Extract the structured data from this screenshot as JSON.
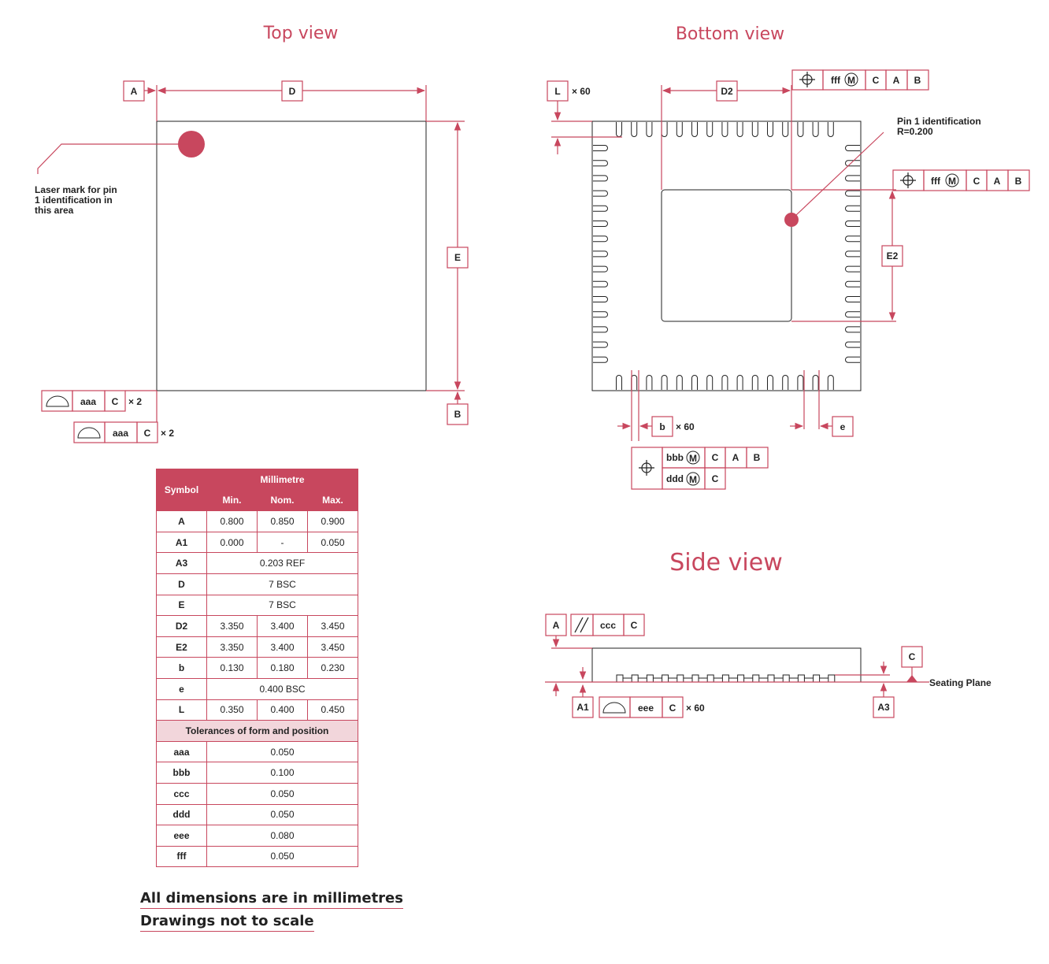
{
  "titles": {
    "top": "Top view",
    "bottom": "Bottom view",
    "side": "Side view"
  },
  "top_view": {
    "datum_a": "A",
    "datum_b": "B",
    "dim_d": "D",
    "dim_e": "E",
    "laser_note": [
      "Laser mark for pin",
      "1 identification in",
      "this area"
    ],
    "fcf1": {
      "tol": "aaa",
      "datum": "C",
      "mult": "× 2"
    },
    "fcf2": {
      "tol": "aaa",
      "datum": "C",
      "mult": "× 2"
    }
  },
  "bottom_view": {
    "dim_l": "L",
    "l_mult": "× 60",
    "dim_d2": "D2",
    "dim_e2": "E2",
    "dim_b": "b",
    "b_mult": "× 60",
    "dim_e": "e",
    "pin1_note": [
      "Pin 1 identification",
      "R=0.200"
    ],
    "fcf_top": {
      "tol": "fff",
      "mod": "M",
      "d1": "C",
      "d2": "A",
      "d3": "B"
    },
    "fcf_right": {
      "tol": "fff",
      "mod": "M",
      "d1": "C",
      "d2": "A",
      "d3": "B"
    },
    "fcf_b_row1": {
      "tol": "bbb",
      "mod": "M",
      "d1": "C",
      "d2": "A",
      "d3": "B"
    },
    "fcf_b_row2": {
      "tol": "ddd",
      "mod": "M",
      "d1": "C"
    }
  },
  "side_view": {
    "datum_a": "A",
    "fcf_ccc": {
      "tol": "ccc",
      "datum": "C"
    },
    "datum_c": "C",
    "seating": "Seating Plane",
    "dim_a1": "A1",
    "dim_a3": "A3",
    "fcf_eee": {
      "tol": "eee",
      "datum": "C",
      "mult": "× 60"
    }
  },
  "table": {
    "symbol_header": "Symbol",
    "group_header": "Millimetre",
    "col_headers": [
      "Min.",
      "Nom.",
      "Max."
    ],
    "rows": [
      {
        "sym": "A",
        "min": "0.800",
        "nom": "0.850",
        "max": "0.900"
      },
      {
        "sym": "A1",
        "min": "0.000",
        "nom": "-",
        "max": "0.050"
      },
      {
        "sym": "A3",
        "span": "0.203 REF"
      },
      {
        "sym": "D",
        "span": "7 BSC"
      },
      {
        "sym": "E",
        "span": "7 BSC"
      },
      {
        "sym": "D2",
        "min": "3.350",
        "nom": "3.400",
        "max": "3.450"
      },
      {
        "sym": "E2",
        "min": "3.350",
        "nom": "3.400",
        "max": "3.450"
      },
      {
        "sym": "b",
        "min": "0.130",
        "nom": "0.180",
        "max": "0.230"
      },
      {
        "sym": "e",
        "span": "0.400 BSC"
      },
      {
        "sym": "L",
        "min": "0.350",
        "nom": "0.400",
        "max": "0.450"
      }
    ],
    "tol_header": "Tolerances of form and position",
    "tol_rows": [
      {
        "sym": "aaa",
        "val": "0.050"
      },
      {
        "sym": "bbb",
        "val": "0.100"
      },
      {
        "sym": "ccc",
        "val": "0.050"
      },
      {
        "sym": "ddd",
        "val": "0.050"
      },
      {
        "sym": "eee",
        "val": "0.080"
      },
      {
        "sym": "fff",
        "val": "0.050"
      }
    ]
  },
  "footnotes": [
    "All dimensions are in millimetres",
    "Drawings not to scale"
  ],
  "colors": {
    "accent": "#c8475e",
    "tol_band": "#f2d6db",
    "outline": "#222222"
  }
}
